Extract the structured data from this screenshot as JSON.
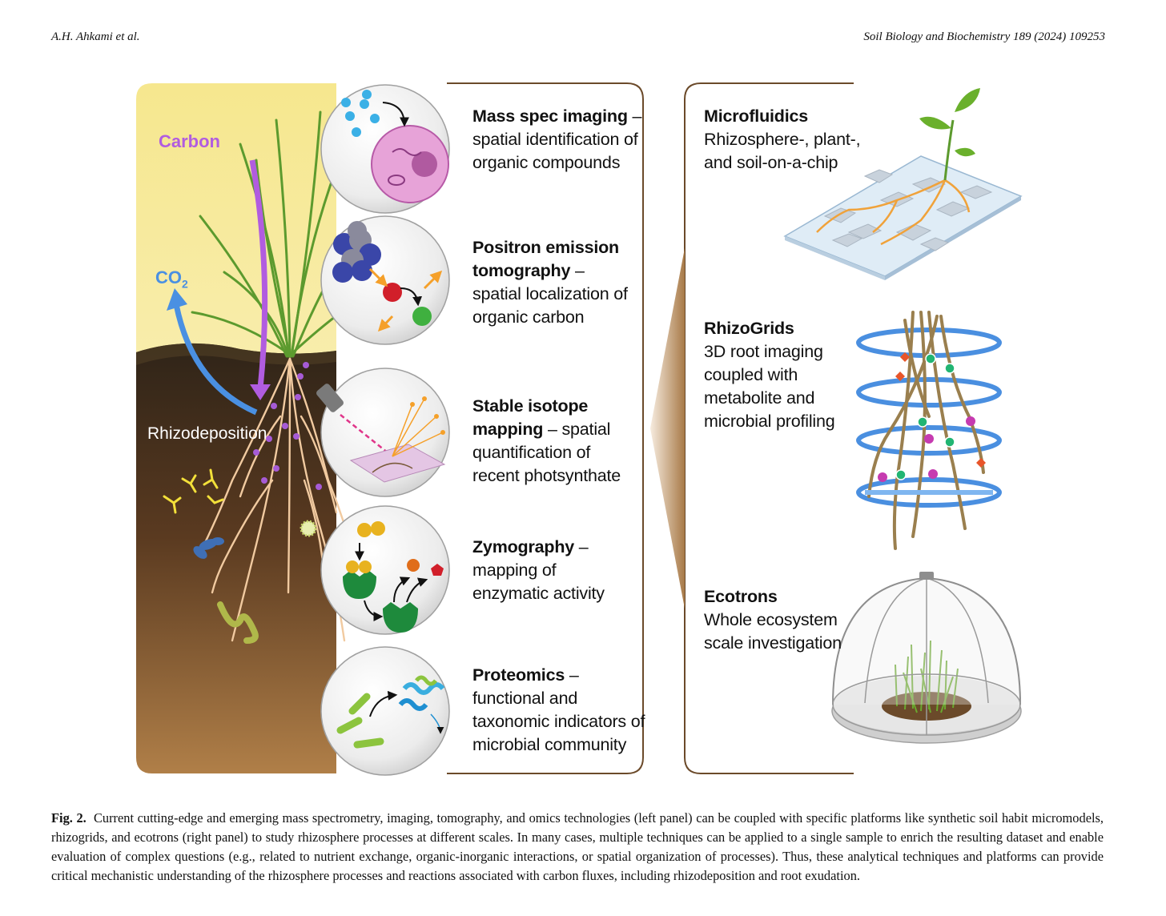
{
  "header": {
    "authors": "A.H. Ahkami et al.",
    "journal": "Soil Biology and Biochemistry 189 (2024) 109253"
  },
  "left_panel": {
    "labels": {
      "carbon": "Carbon",
      "co2": "CO",
      "co2_sub": "2",
      "rhizodeposition": "Rhizodeposition"
    },
    "techniques": [
      {
        "title": "Mass spec imaging",
        "sep": " –",
        "lines": [
          "spatial identification of",
          "organic compounds"
        ],
        "icon": "cell-icon"
      },
      {
        "title": "Positron emission",
        "title2": "tomography",
        "sep": " –",
        "lines": [
          "spatial localization of",
          "organic carbon"
        ],
        "icon": "nucleus-icon"
      },
      {
        "title": "Stable isotope",
        "title2": "mapping",
        "sep": " – spatial",
        "lines": [
          "quantification of",
          "recent photsynthate"
        ],
        "icon": "laser-icon"
      },
      {
        "title": "Zymography",
        "sep": " –",
        "lines": [
          "mapping of",
          "enzymatic activity"
        ],
        "icon": "enzyme-icon"
      },
      {
        "title": "Proteomics",
        "sep": " –",
        "lines": [
          "functional and",
          "taxonomic indicators of",
          "microbial community"
        ],
        "icon": "protein-icon"
      }
    ]
  },
  "right_panel": {
    "platforms": [
      {
        "title": "Microfluidics",
        "lines": [
          "Rhizosphere-, plant-,",
          "and soil-on-a-chip"
        ],
        "icon": "chip-icon"
      },
      {
        "title": "RhizoGrids",
        "lines": [
          "3D root imaging",
          "coupled with",
          "metabolite and",
          "microbial profiling"
        ],
        "icon": "grid-icon"
      },
      {
        "title": "Ecotrons",
        "lines": [
          "Whole ecosystem",
          "scale investigation"
        ],
        "icon": "dome-icon"
      }
    ]
  },
  "caption": {
    "label": "Fig. 2.",
    "text": "Current cutting-edge and emerging mass spectrometry, imaging, tomography, and omics technologies (left panel) can be coupled with specific platforms like synthetic soil habit micromodels, rhizogrids, and ecotrons (right panel) to study rhizosphere processes at different scales. In many cases, multiple techniques can be applied to a single sample to enrich the resulting dataset and enable evaluation of complex questions (e.g., related to nutrient exchange, organic-inorganic interactions, or spatial organization of processes). Thus, these analytical techniques and platforms can provide critical mechanistic understanding of the rhizosphere processes and reactions associated with carbon fluxes, including rhizodeposition and root exudation."
  },
  "colors": {
    "sky": "#f8eeb0",
    "soil_top": "#3a2a1c",
    "soil_bottom": "#a6743e",
    "carbon_arrow": "#b15ce0",
    "co2_arrow": "#4a90e2",
    "frame": "#6b4a2a",
    "root": "#f1caa0"
  }
}
